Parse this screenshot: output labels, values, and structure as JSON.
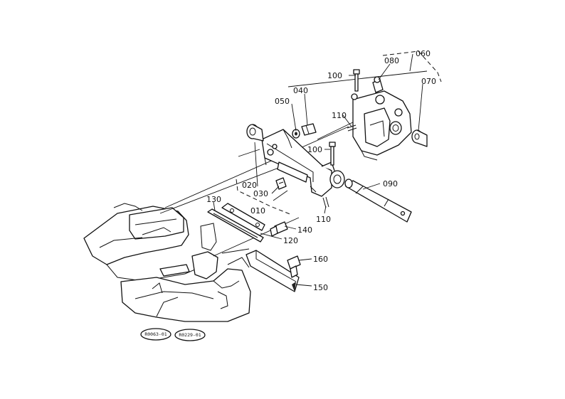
{
  "parts": [
    {
      "id": "part-010",
      "label": "010"
    },
    {
      "id": "part-020",
      "label": "020"
    },
    {
      "id": "part-030",
      "label": "030"
    },
    {
      "id": "part-040",
      "label": "040"
    },
    {
      "id": "part-050",
      "label": "050"
    },
    {
      "id": "part-060",
      "label": "060"
    },
    {
      "id": "part-070",
      "label": "070"
    },
    {
      "id": "part-080",
      "label": "080"
    },
    {
      "id": "part-090",
      "label": "090"
    },
    {
      "id": "part-100a",
      "label": "100"
    },
    {
      "id": "part-100b",
      "label": "100"
    },
    {
      "id": "part-110a",
      "label": "110"
    },
    {
      "id": "part-110b",
      "label": "110"
    },
    {
      "id": "part-120",
      "label": "120"
    },
    {
      "id": "part-130",
      "label": "130"
    },
    {
      "id": "part-140",
      "label": "140"
    },
    {
      "id": "part-150",
      "label": "150"
    },
    {
      "id": "part-160",
      "label": "160"
    }
  ],
  "references": [
    {
      "id": "ref-1",
      "label": "R0063-01"
    },
    {
      "id": "ref-2",
      "label": "R0229-01"
    }
  ]
}
